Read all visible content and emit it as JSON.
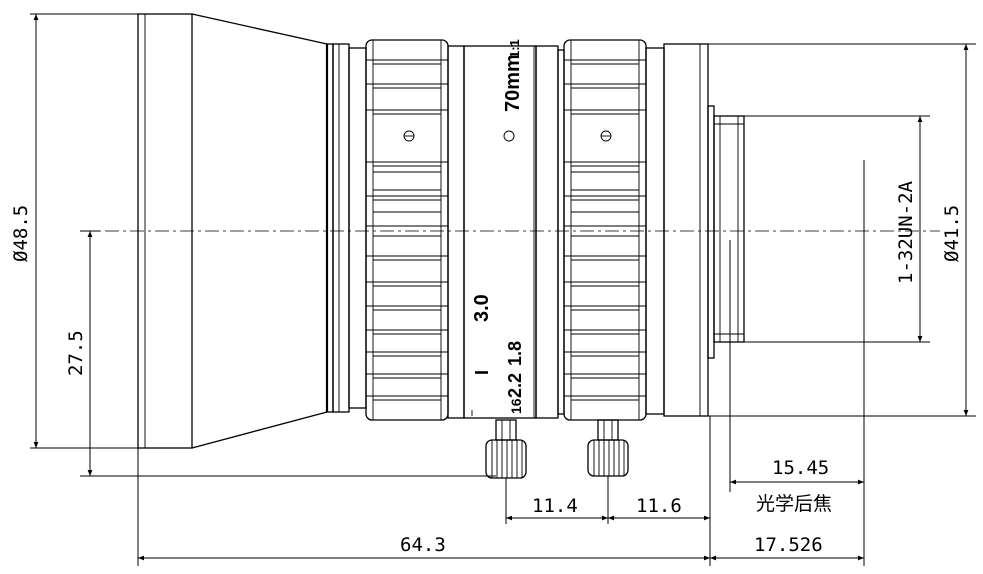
{
  "dimensions": {
    "outer_diameter": "Ø48.5",
    "height_to_axis": "27.5",
    "thread_spec": "1-32UN-2A",
    "mount_diameter": "Ø41.5",
    "ring_spacing_1": "11.4",
    "ring_spacing_2": "11.6",
    "optical_back_focus": "15.45",
    "optical_back_focus_label": "光学后焦",
    "total_length": "64.3",
    "flange_length": "17.526"
  },
  "lens_markings": {
    "focal_length": "70mm",
    "aperture_max": "1:1",
    "f_value_3": "3.0",
    "f_value_18": "1.8",
    "f_value_22": "2.2",
    "f_value_16": "16",
    "tick": "I"
  }
}
